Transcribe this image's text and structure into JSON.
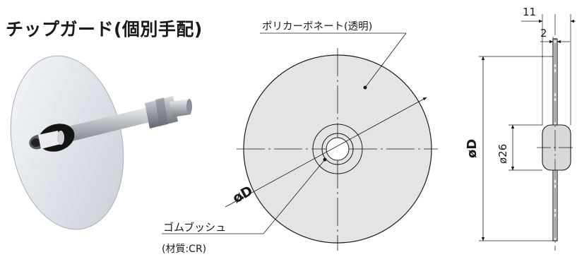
{
  "title": "チップガード(個別手配)",
  "labels": {
    "material_cover": "ポリカーボネート(透明)",
    "rubber_bushing": "ゴムブッシュ",
    "rubber_material": "(材質:CR)",
    "dia_front": "øD",
    "dia_side": "øD",
    "dia_hole": "ø26",
    "dim_width": "11",
    "dim_thickness": "2"
  }
}
